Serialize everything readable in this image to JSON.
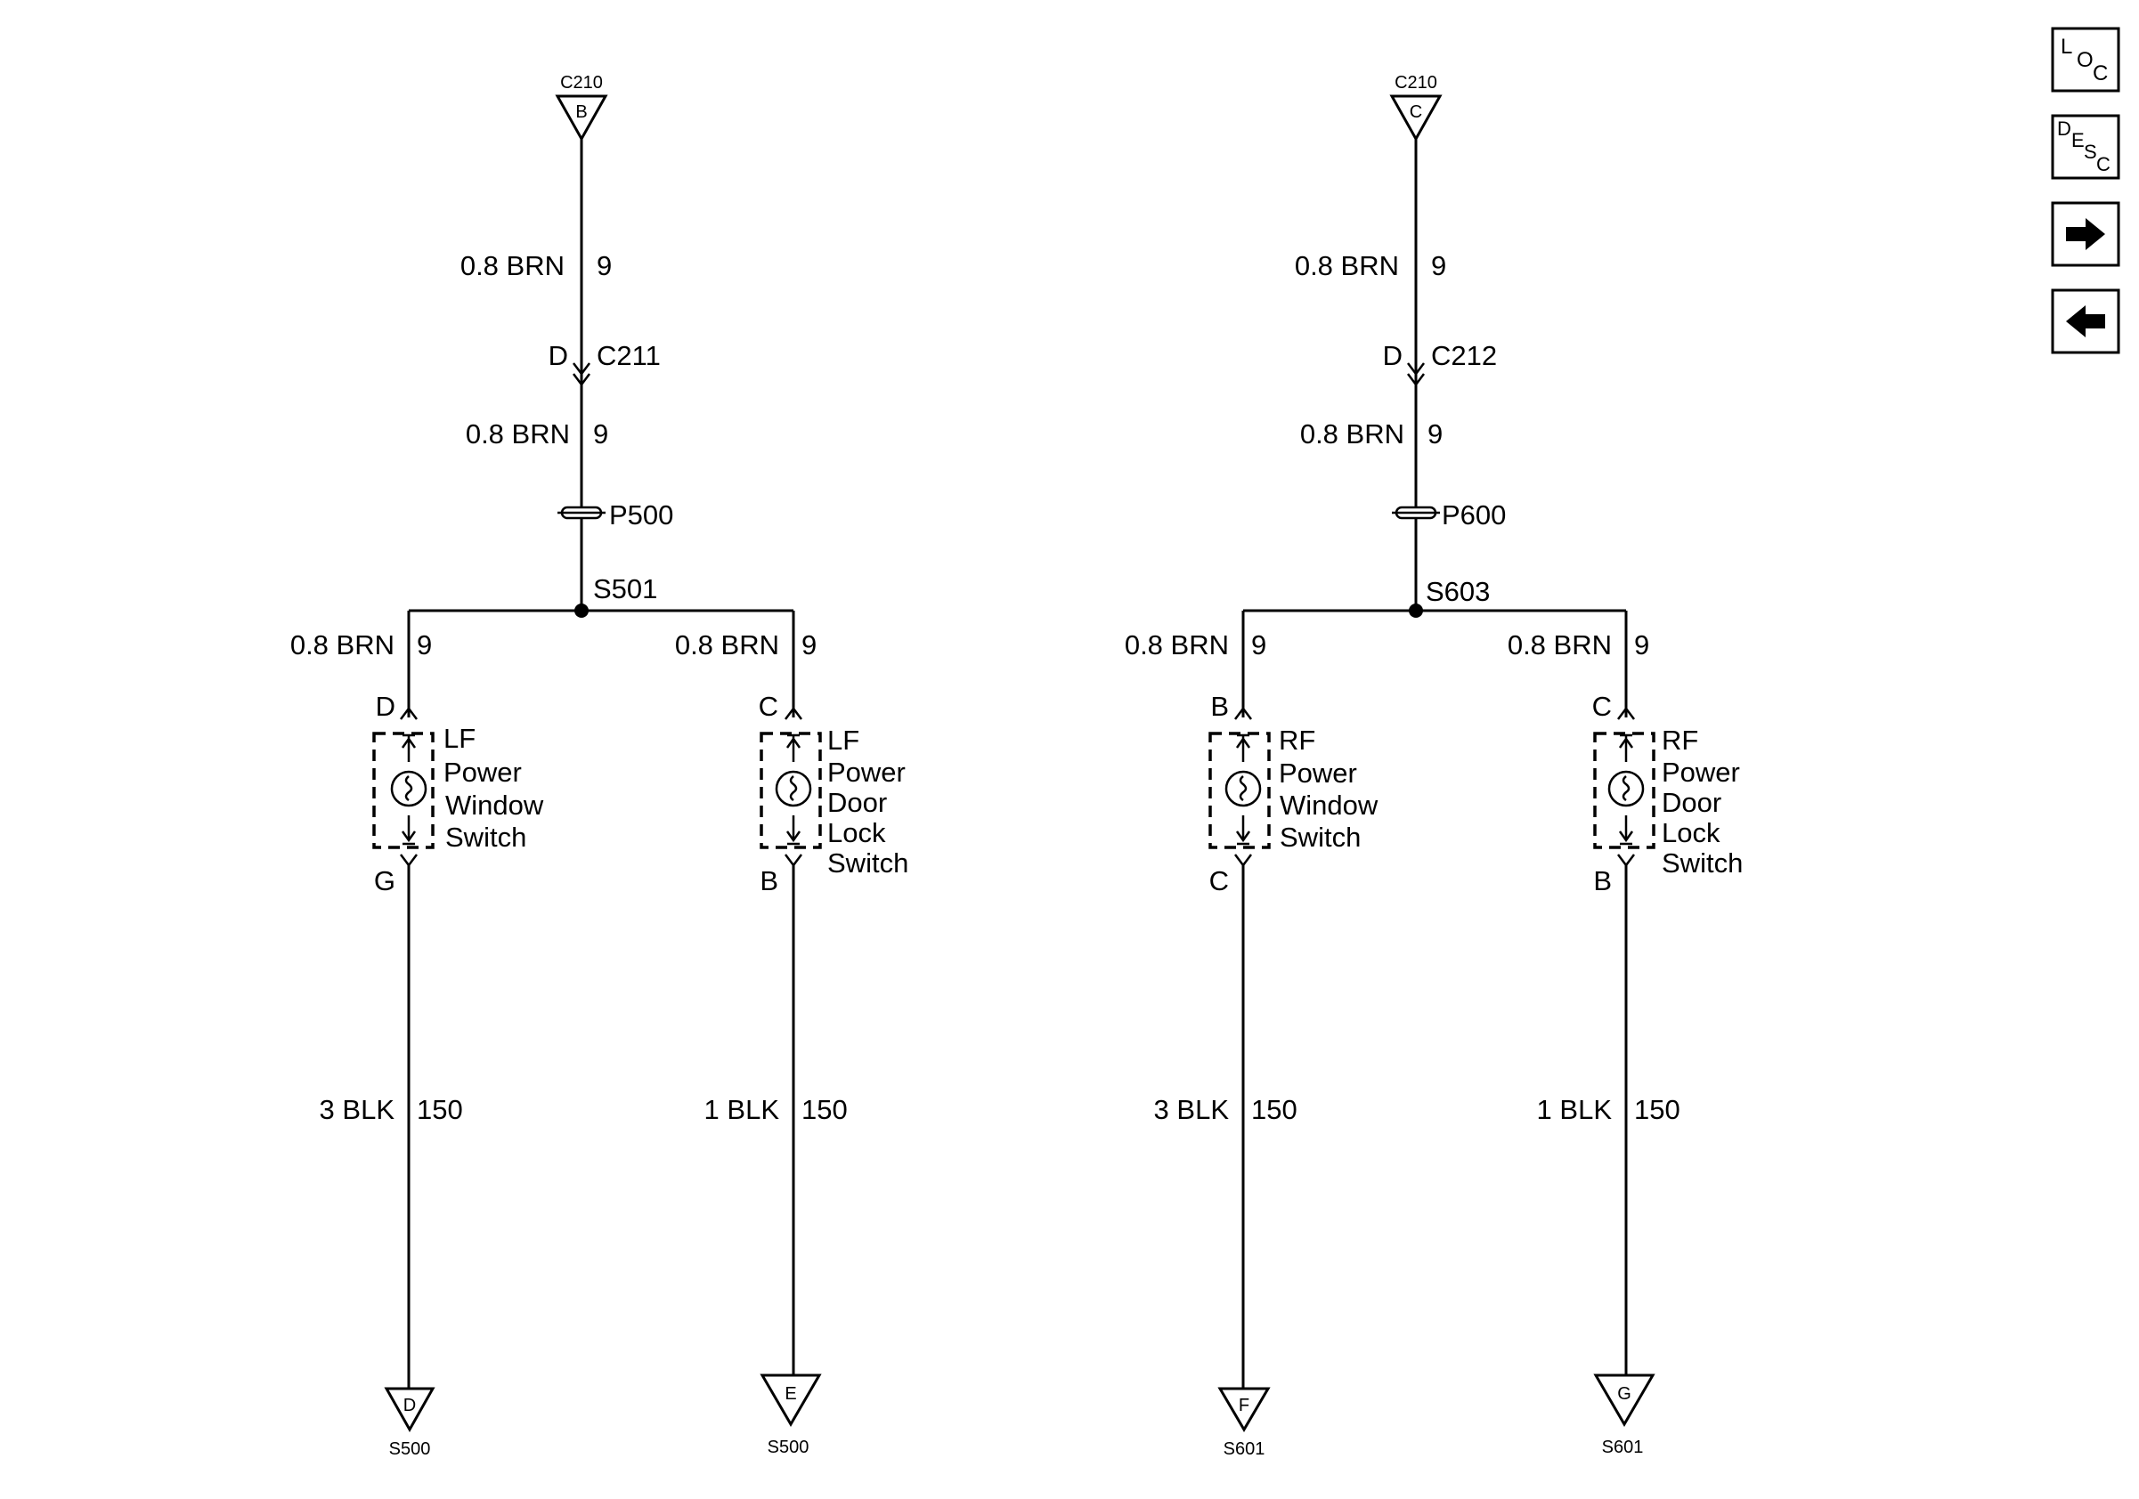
{
  "left_circuit": {
    "top_connector": {
      "name": "C210",
      "cavity": "B"
    },
    "wire_upper": {
      "label": "0.8 BRN",
      "circuit": "9"
    },
    "inline_connector": {
      "name": "C211",
      "pin": "D"
    },
    "wire_mid": {
      "label": "0.8 BRN",
      "circuit": "9"
    },
    "pass_through": "P500",
    "splice": "S501",
    "branch_left": {
      "wire_top": {
        "label": "0.8 BRN",
        "circuit": "9"
      },
      "pin_top": "D",
      "component": [
        "LF",
        "Power",
        "Window",
        "Switch"
      ],
      "pin_bottom": "G",
      "wire_bottom": {
        "label": "3 BLK",
        "circuit": "150"
      },
      "ground": {
        "cavity": "D",
        "name": "S500"
      }
    },
    "branch_right": {
      "wire_top": {
        "label": "0.8 BRN",
        "circuit": "9"
      },
      "pin_top": "C",
      "component": [
        "LF",
        "Power",
        "Door",
        "Lock",
        "Switch"
      ],
      "pin_bottom": "B",
      "wire_bottom": {
        "label": "1 BLK",
        "circuit": "150"
      },
      "ground": {
        "cavity": "E",
        "name": "S500"
      }
    }
  },
  "right_circuit": {
    "top_connector": {
      "name": "C210",
      "cavity": "C"
    },
    "wire_upper": {
      "label": "0.8 BRN",
      "circuit": "9"
    },
    "inline_connector": {
      "name": "C212",
      "pin": "D"
    },
    "wire_mid": {
      "label": "0.8 BRN",
      "circuit": "9"
    },
    "pass_through": "P600",
    "splice": "S603",
    "branch_left": {
      "wire_top": {
        "label": "0.8 BRN",
        "circuit": "9"
      },
      "pin_top": "B",
      "component": [
        "RF",
        "Power",
        "Window",
        "Switch"
      ],
      "pin_bottom": "C",
      "wire_bottom": {
        "label": "3 BLK",
        "circuit": "150"
      },
      "ground": {
        "cavity": "F",
        "name": "S601"
      }
    },
    "branch_right": {
      "wire_top": {
        "label": "0.8 BRN",
        "circuit": "9"
      },
      "pin_top": "C",
      "component": [
        "RF",
        "Power",
        "Door",
        "Lock",
        "Switch"
      ],
      "pin_bottom": "B",
      "wire_bottom": {
        "label": "1 BLK",
        "circuit": "150"
      },
      "ground": {
        "cavity": "G",
        "name": "S601"
      }
    }
  },
  "nav": {
    "loc": {
      "l1": "L",
      "l2": "O",
      "l3": "C"
    },
    "desc": {
      "l1": "D",
      "l2": "E",
      "l3": "S",
      "l4": "C"
    },
    "next_icon": "arrow-right-icon",
    "prev_icon": "arrow-left-icon"
  }
}
